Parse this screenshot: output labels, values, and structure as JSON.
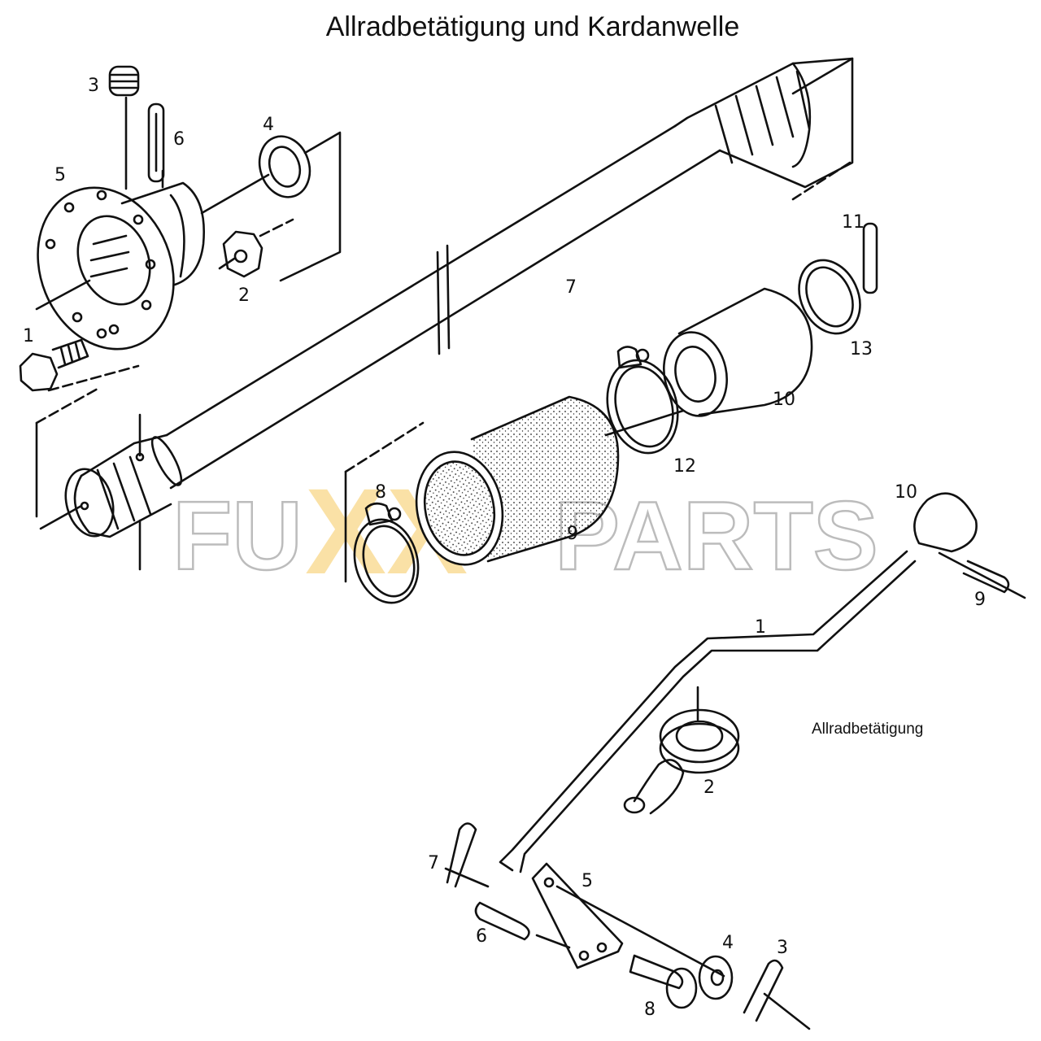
{
  "title": "Allradbetätigung und Kardanwelle",
  "subtitle": "Allradbetätigung",
  "watermark": {
    "left": "FU",
    "center": "XX",
    "right": "PARTS",
    "accent_color": "#f5c24b"
  },
  "callouts_shaft": [
    "1",
    "2",
    "3",
    "4",
    "5",
    "6",
    "7",
    "8",
    "9",
    "10",
    "11",
    "12",
    "13"
  ],
  "callouts_actuation": [
    "1",
    "2",
    "3",
    "4",
    "5",
    "6",
    "7",
    "8",
    "9",
    "10"
  ]
}
